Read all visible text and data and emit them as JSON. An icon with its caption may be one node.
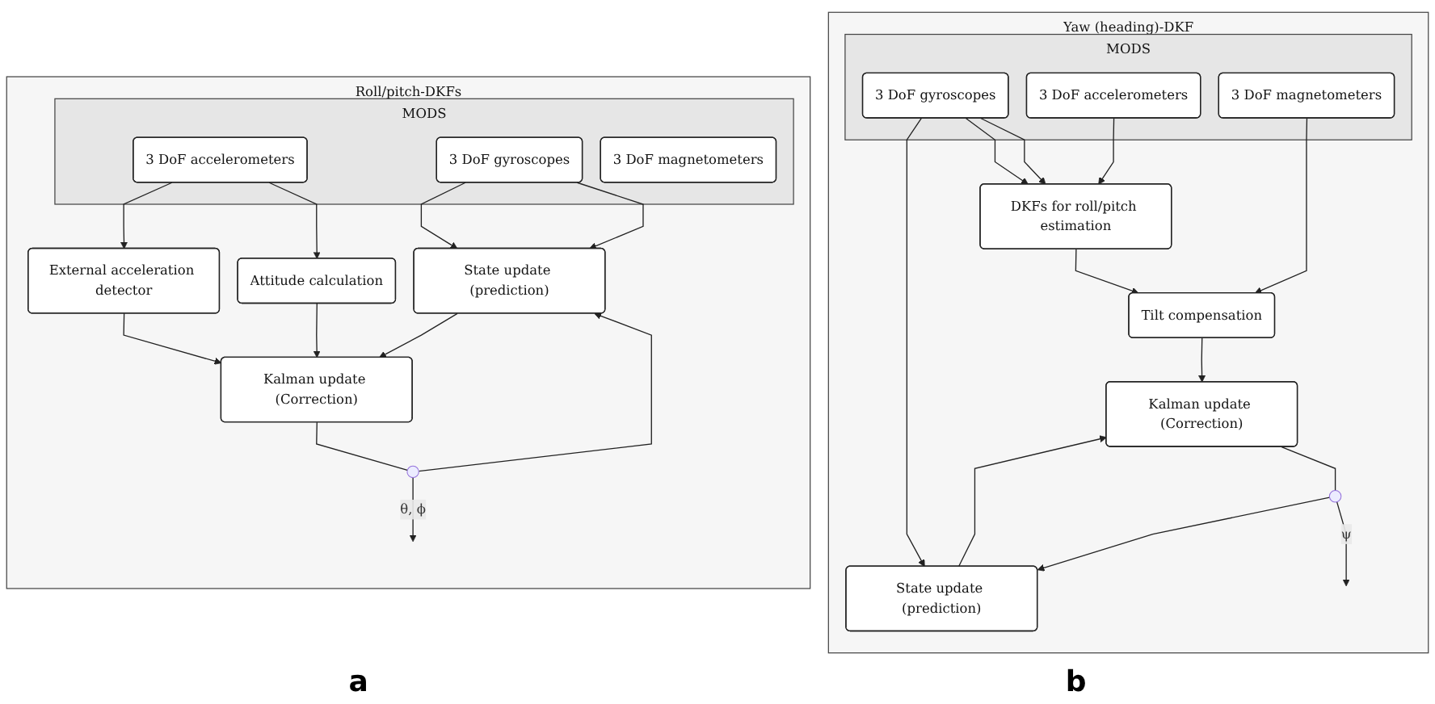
{
  "diagram": {
    "nodes": [
      {
        "text": [
          "Roll/pitch-DKFs"
        ]
      },
      {
        "text": [
          "MODS"
        ],
        "in": 0
      },
      {
        "text": [
          "3 DoF gyroscopes"
        ],
        "in": 1
      },
      {
        "text": [
          "3 DoF accelerometers"
        ],
        "in": 1
      },
      {
        "text": [
          "3 DoF magnetometers"
        ],
        "in": 1
      },
      {
        "text": [
          "External acceleration detector"
        ],
        "in": 0
      },
      {
        "text": [
          "Attitude calculation"
        ],
        "in": 0
      },
      {
        "text": [
          "State update (prediction)"
        ],
        "in": 0
      },
      {
        "text": [
          "Kalman update (Correction)"
        ],
        "in": 0
      },
      {
        "text": [],
        "shape": "circle",
        "in": 0
      },
      {
        "text": [
          "Yaw (heading)-DKF"
        ]
      },
      {
        "text": [
          "MODS"
        ],
        "in": 10
      },
      {
        "text": [
          "3 DoF gyroscopes"
        ],
        "in": 11
      },
      {
        "text": [
          "3 DoF accelerometers"
        ],
        "in": 11
      },
      {
        "text": [
          "3 DoF magnetometers"
        ],
        "in": 11
      },
      {
        "text": [
          "DKFs for roll/pitch estimation"
        ],
        "in": 10
      },
      {
        "text": [
          "Tilt compensation"
        ],
        "in": 10
      },
      {
        "text": [
          "State update (prediction)"
        ],
        "in": 10
      },
      {
        "text": [
          "Kalman update (Correction)"
        ],
        "in": 10
      },
      {
        "text": [],
        "shape": "circle",
        "in": 10
      }
    ],
    "edges": [
      {
        "from": 2,
        "to": 7,
        "arrow": "to"
      },
      {
        "from": 2,
        "to": 7,
        "arrow": "to"
      },
      {
        "from": 3,
        "to": 5,
        "arrow": "to"
      },
      {
        "from": 3,
        "to": 6,
        "arrow": "to"
      },
      {
        "from": 5,
        "to": 8,
        "arrow": "to"
      },
      {
        "from": 6,
        "to": 8,
        "arrow": "to"
      },
      {
        "from": 7,
        "to": 8,
        "arrow": "to"
      },
      {
        "from": 8,
        "to": 9,
        "arrow": "none"
      },
      {
        "from": 9,
        "to": null,
        "arrow": "to",
        "label": "θ, ϕ"
      },
      {
        "from": 9,
        "to": 7,
        "arrow": "to"
      },
      {
        "from": 12,
        "to": 15,
        "arrow": "to"
      },
      {
        "from": 12,
        "to": 15,
        "arrow": "to"
      },
      {
        "from": 12,
        "to": 17,
        "arrow": "to"
      },
      {
        "from": 13,
        "to": 15,
        "arrow": "to"
      },
      {
        "from": 14,
        "to": 16,
        "arrow": "to"
      },
      {
        "from": 15,
        "to": 16,
        "arrow": "to"
      },
      {
        "from": 16,
        "to": 18,
        "arrow": "to"
      },
      {
        "from": 17,
        "to": 18,
        "arrow": "to"
      },
      {
        "from": 18,
        "to": 19,
        "arrow": "none"
      },
      {
        "from": 19,
        "to": null,
        "arrow": "to",
        "label": "ψ"
      },
      {
        "from": 19,
        "to": 17,
        "arrow": "to"
      }
    ],
    "labels": [
      "a",
      "b"
    ]
  }
}
